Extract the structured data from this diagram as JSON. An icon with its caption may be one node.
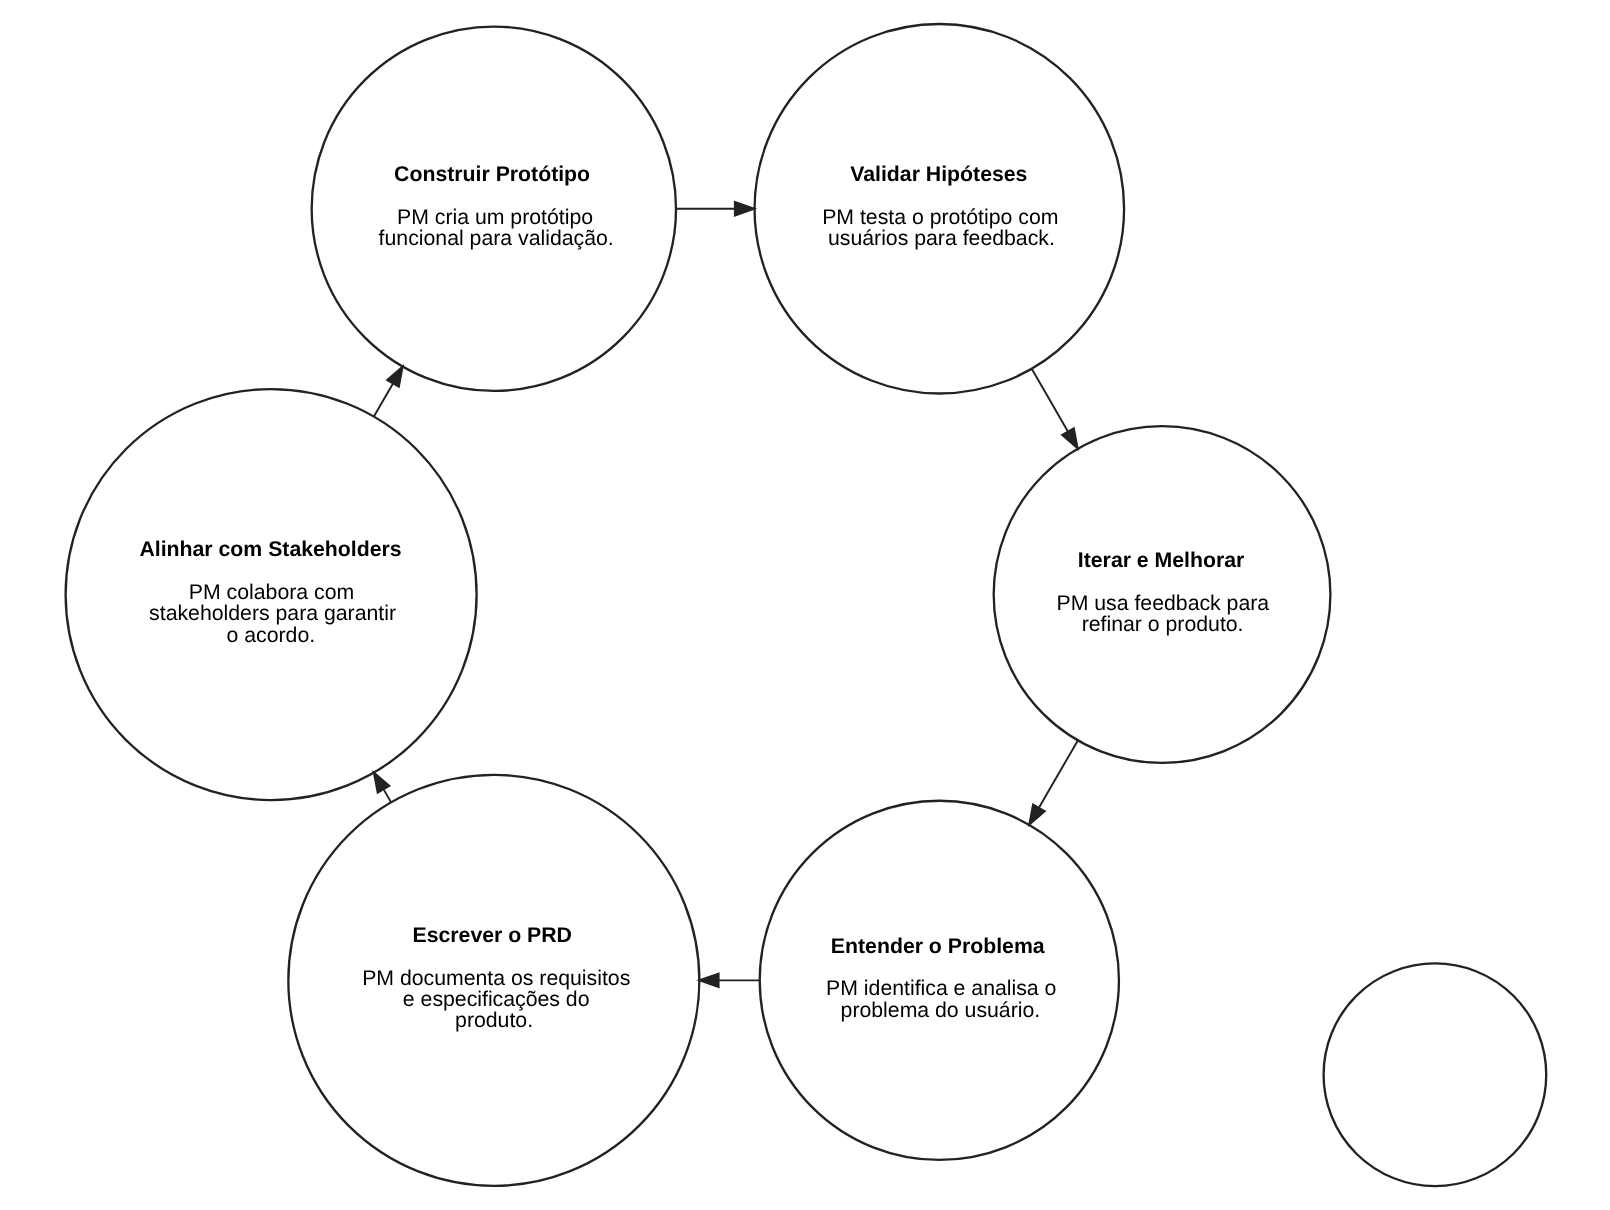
{
  "diagram": {
    "nodes": [
      {
        "text": [
          "Entender o Problema",
          "PM identifica e analisa o problema do usuário."
        ]
      },
      {
        "text": [
          "Escrever o PRD",
          "PM documenta os requisitos e especificações do produto."
        ]
      },
      {
        "text": [
          "Alinhar com Stakeholders",
          "PM colabora com stakeholders para garantir o acordo."
        ]
      },
      {
        "text": [
          "Construir Protótipo",
          "PM cria um protótipo funcional para validação."
        ]
      },
      {
        "text": [
          "Validar Hipóteses",
          "PM testa o protótipo com usuários para feedback."
        ]
      },
      {
        "text": [
          "Iterar e Melhorar",
          "PM usa feedback para refinar o produto."
        ]
      },
      {
        "text": [],
        "shape": "circle"
      }
    ],
    "edges": [
      {
        "from": 0,
        "to": 1,
        "arrow": "to"
      },
      {
        "from": 1,
        "to": 2,
        "arrow": "to"
      },
      {
        "from": 2,
        "to": 3,
        "arrow": "to"
      },
      {
        "from": 3,
        "to": 4,
        "arrow": "to"
      },
      {
        "from": 4,
        "to": 5,
        "arrow": "to"
      },
      {
        "from": 5,
        "to": 0,
        "arrow": "to"
      }
    ]
  }
}
